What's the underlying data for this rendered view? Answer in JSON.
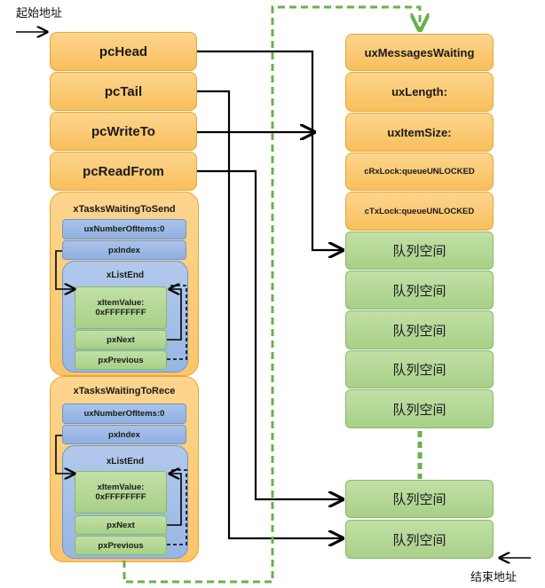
{
  "labels": {
    "start_addr": "起始地址",
    "end_addr": "结束地址"
  },
  "queue_left": {
    "pcHead": "pcHead",
    "pcTail": "pcTail",
    "pcWriteTo": "pcWriteTo",
    "pcReadFrom": "pcReadFrom"
  },
  "list_send": {
    "title": "xTasksWaitingToSend",
    "num_items": "uxNumberOfItems:0",
    "px_index": "pxIndex",
    "list_end": "xListEnd",
    "item_value": "xItemValue:\n0xFFFFFFFF",
    "px_next": "pxNext",
    "px_previous": "pxPrevious"
  },
  "list_recv": {
    "title": "xTasksWaitingToRece",
    "num_items": "uxNumberOfItems:0",
    "px_index": "pxIndex",
    "list_end": "xListEnd",
    "item_value": "xItemValue:\n0xFFFFFFFF",
    "px_next": "pxNext",
    "px_previous": "pxPrevious"
  },
  "queue_right": {
    "messages_waiting": "uxMessagesWaiting",
    "length": "uxLength:",
    "item_size": "uxItemSize:",
    "rx_lock": "cRxLock:queueUNLOCKED",
    "tx_lock": "cTxLock:queueUNLOCKED"
  },
  "storage": {
    "cells": [
      "队列空间",
      "队列空间",
      "队列空间",
      "队列空间",
      "队列空间",
      "队列空间",
      "队列空间"
    ]
  },
  "colors": {
    "orange": "#f8bf5c",
    "blue": "#8fb0e0",
    "green": "#a7d087",
    "dashed_link": "#6ab04c"
  }
}
